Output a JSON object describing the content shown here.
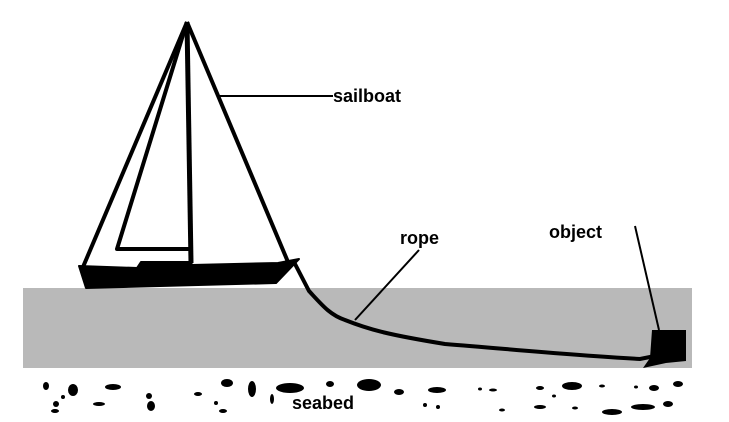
{
  "labels": {
    "sailboat": "sailboat",
    "rope": "rope",
    "object": "object",
    "seabed": "seabed"
  },
  "colors": {
    "water": "#b9b9b9",
    "ink": "#000000",
    "background": "#ffffff"
  }
}
